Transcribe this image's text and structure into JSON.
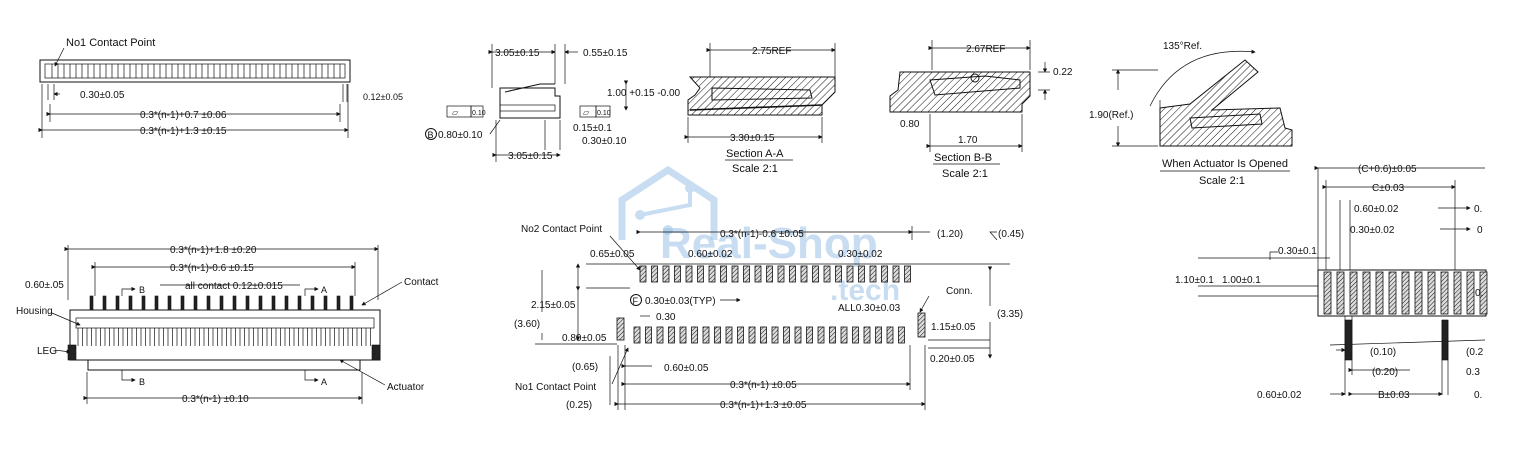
{
  "views": {
    "top_view": {
      "callout": "No1 Contact Point",
      "dims": [
        "0.30±0.05",
        "0.12±0.05",
        "0.3*(n-1)+0.7 ±0.06",
        "0.3*(n-1)+1.3 ±0.15"
      ]
    },
    "side_view": {
      "dims": [
        "3.05±0.15",
        "0.55±0.15",
        "1.00 +0.15 -0.00",
        "0.80±0.10",
        "0.15±0.1",
        "0.30±0.10",
        "3.05±0.15"
      ],
      "datum": "B",
      "flatness": [
        "0.10",
        "0.10"
      ]
    },
    "section_a": {
      "dims": [
        "2.75REF",
        "3.30±0.15"
      ],
      "title": "Section A-A",
      "scale": "Scale 2:1"
    },
    "section_b": {
      "dims": [
        "2.67REF",
        "0.22",
        "0.80",
        "1.70"
      ],
      "title": "Section B-B",
      "scale": "Scale 2:1"
    },
    "actuator_open": {
      "dims": [
        "135°Ref.",
        "1.90(Ref.)"
      ],
      "title": "When Actuator Is Opened",
      "scale": "Scale 2:1"
    },
    "front_view": {
      "dims": [
        "0.3*(n-1)+1.8 ±0.20",
        "0.3*(n-1)-0.6 ±0.15",
        "0.60±.05",
        "all contact 0.12±0.015",
        "0.3*(n-1) ±0.10"
      ],
      "labels": [
        "Housing",
        "LEG",
        "Contact",
        "Actuator"
      ],
      "section_marks": [
        "B",
        "A",
        "B",
        "A"
      ]
    },
    "footprint": {
      "callouts": [
        "No2 Contact Point",
        "No1 Contact Point",
        "Conn."
      ],
      "dims": [
        "0.3*(n-1)-0.6 ±0.05",
        "(1.20)",
        "(0.45)",
        "0.65±0.05",
        "0.60±0.02",
        "0.30±0.02",
        "2.15±0.05",
        "0.30±0.03(TYP)",
        "0.30",
        "ALL0.30±0.03",
        "(3.60)",
        "0.80±0.05",
        "1.15±0.05",
        "(3.35)",
        "(0.65)",
        "0.60±0.05",
        "0.20±0.05",
        "0.3*(n-1) ±0.05",
        "(0.25)",
        "0.3*(n-1)+1.3 ±0.05"
      ],
      "datum": "F"
    },
    "detail_view": {
      "dims": [
        "(C+0.6)±0.05",
        "C±0.03",
        "0.60±0.02",
        "0.30±0.02",
        "0.30±0.1",
        "1.10±0.1",
        "1.00±0.1",
        "(0.10)",
        "(0.20)",
        "0.60±0.02",
        "B±0.03"
      ],
      "clipped": [
        "0.",
        "0",
        "0.",
        "(0.2",
        "0.3",
        "0."
      ]
    }
  },
  "watermark": {
    "line1": "Real-Shop",
    "line2": ".tech",
    "color": "#9cc3e6"
  }
}
